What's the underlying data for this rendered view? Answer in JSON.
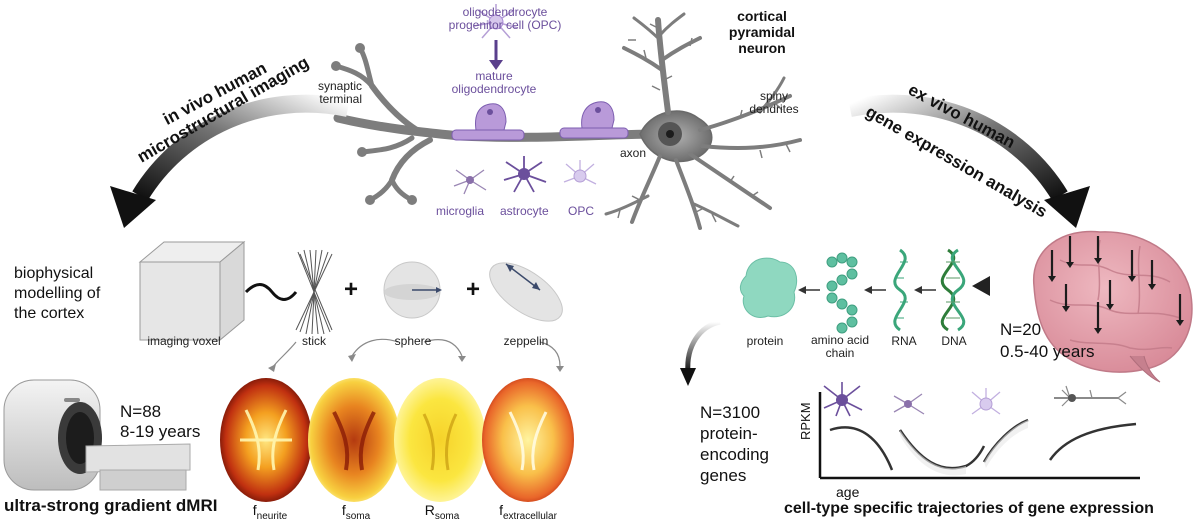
{
  "neuron": {
    "opc_top": "oligodendrocyte progenitor cell (OPC)",
    "mature": "mature oligodendrocyte",
    "cortical": "cortical pyramidal neuron",
    "synaptic": "synaptic terminal",
    "spiny": "spiny dendrites",
    "axon": "axon",
    "microglia": "microglia",
    "astrocyte": "astrocyte",
    "opc_bottom": "OPC"
  },
  "left": {
    "arc_line1": "in vivo human",
    "arc_line2": "microstructural imaging",
    "biophys": "biophysical modelling of the cortex",
    "voxel": "imaging voxel",
    "stick": "stick",
    "sphere": "sphere",
    "zeppelin": "zeppelin",
    "plus": "+",
    "n": "N=88",
    "years": "8-19 years",
    "dmri": "ultra-strong gradient dMRI",
    "map1_main": "f",
    "map1_sub": "neurite",
    "map2_main": "f",
    "map2_sub": "soma",
    "map3_main": "R",
    "map3_sub": "soma",
    "map4_main": "f",
    "map4_sub": "extracellular"
  },
  "right": {
    "arc_line1": "ex vivo human",
    "arc_line2": "gene expression analysis",
    "protein": "protein",
    "amino": "amino acid chain",
    "rna": "RNA",
    "dna": "DNA",
    "n": "N=20",
    "years": "0.5-40 years",
    "genes": "N=3100 protein-encoding genes",
    "rpkm": "RPKM",
    "age": "age",
    "trajectories": "cell-type specific trajectories of gene expression"
  },
  "colors": {
    "neuron": "#7d7d7d",
    "glia": "#8e6fc1",
    "dna": "#2e7d3a",
    "rna": "#3aa67a",
    "protein": "#8fd8c0",
    "brain": "#e3a4ae"
  }
}
